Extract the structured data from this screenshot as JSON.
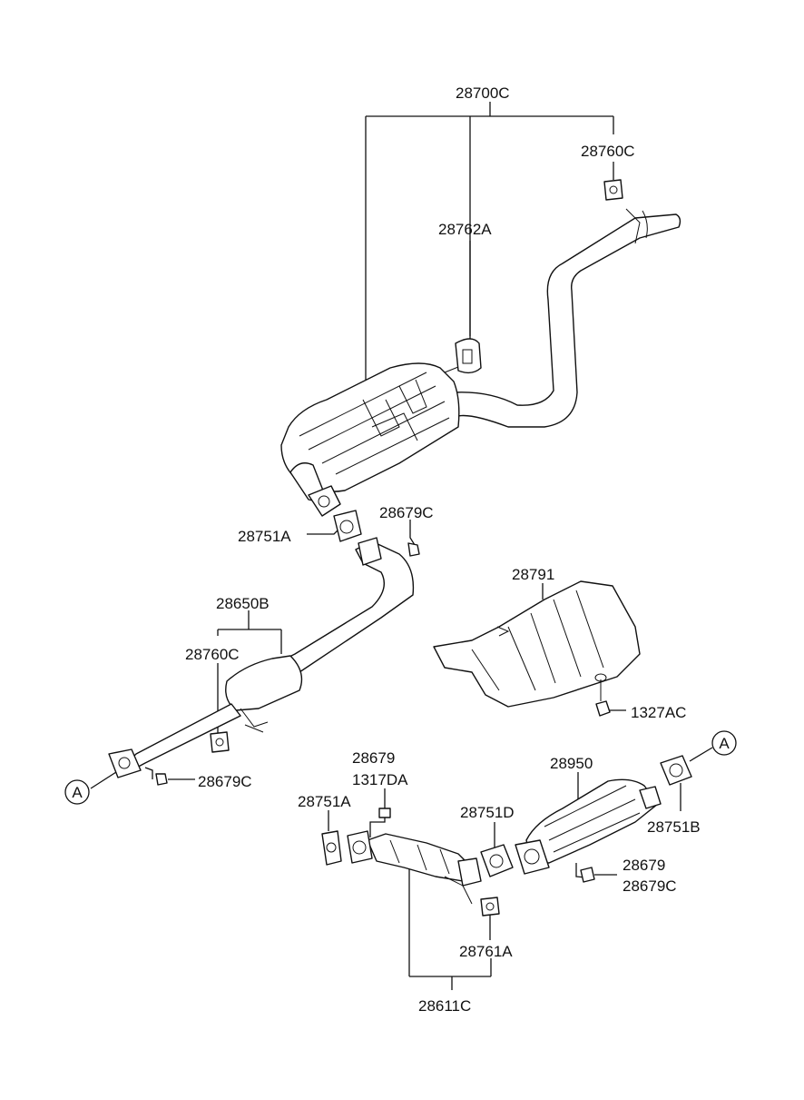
{
  "labels": {
    "l_28700C": "28700C",
    "l_28760C_top": "28760C",
    "l_28762A": "28762A",
    "l_28679C_a": "28679C",
    "l_28751A_a": "28751A",
    "l_28791": "28791",
    "l_28650B": "28650B",
    "l_28760C_mid": "28760C",
    "l_1327AC": "1327AC",
    "l_28679C_b": "28679C",
    "l_28679_a": "28679",
    "l_1317DA": "1317DA",
    "l_28751A_b": "28751A",
    "l_28950": "28950",
    "l_28751D": "28751D",
    "l_28751B": "28751B",
    "l_28679_b": "28679",
    "l_28679C_c": "28679C",
    "l_28761A": "28761A",
    "l_28611C": "28611C"
  },
  "markers": {
    "marker_a_left": "A",
    "marker_a_right": "A"
  }
}
